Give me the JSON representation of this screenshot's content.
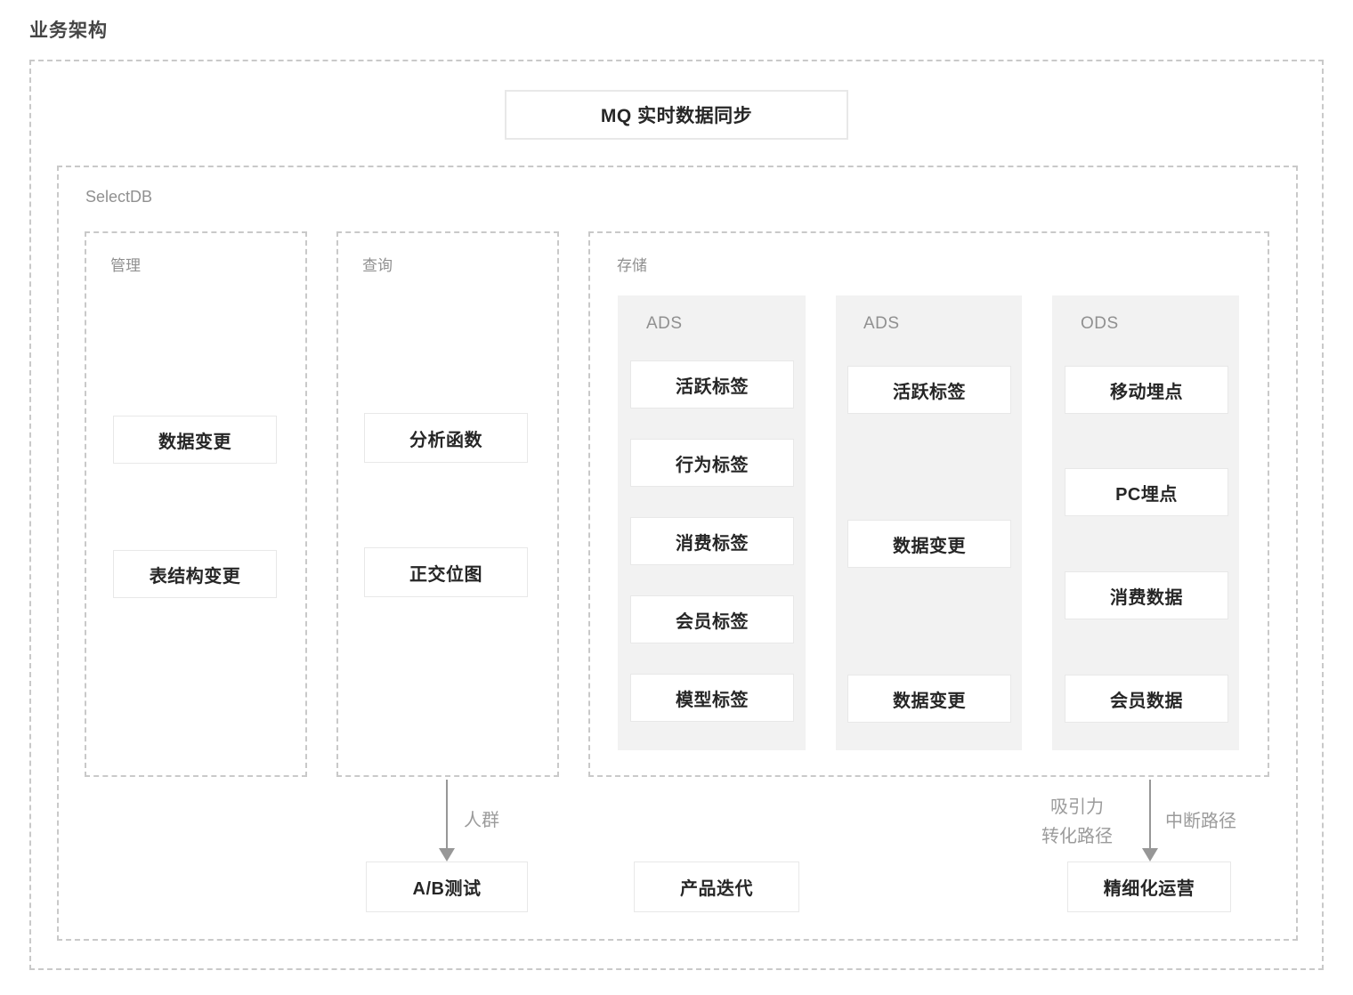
{
  "page_title": "业务架构",
  "mq_node": {
    "label": "MQ 实时数据同步"
  },
  "selectdb": {
    "label": "SelectDB",
    "manage": {
      "label": "管理",
      "items": [
        "数据变更",
        "表结构变更"
      ]
    },
    "query": {
      "label": "查询",
      "items": [
        "分析函数",
        "正交位图"
      ]
    },
    "storage": {
      "label": "存储",
      "panels": [
        {
          "label": "ADS",
          "items": [
            "活跃标签",
            "行为标签",
            "消费标签",
            "会员标签",
            "模型标签"
          ]
        },
        {
          "label": "ADS",
          "items": [
            "活跃标签",
            "数据变更",
            "数据变更"
          ]
        },
        {
          "label": "ODS",
          "items": [
            "移动埋点",
            "PC埋点",
            "消费数据",
            "会员数据"
          ]
        }
      ]
    }
  },
  "outputs": {
    "ab_test": "A/B测试",
    "product_iteration": "产品迭代",
    "refined_operation": "精细化运营"
  },
  "edges": {
    "crowd": "人群",
    "attraction_line1": "吸引力",
    "attraction_line2": "转化路径",
    "interrupt": "中断路径"
  },
  "colors": {
    "dash-border": "#c9c9c9",
    "node-border": "#e8e8e8",
    "panel-bg": "#f2f2f2",
    "label-gray": "#909090",
    "text-dark": "#262626",
    "arrow-gray": "#979797",
    "title-color": "#454545"
  }
}
